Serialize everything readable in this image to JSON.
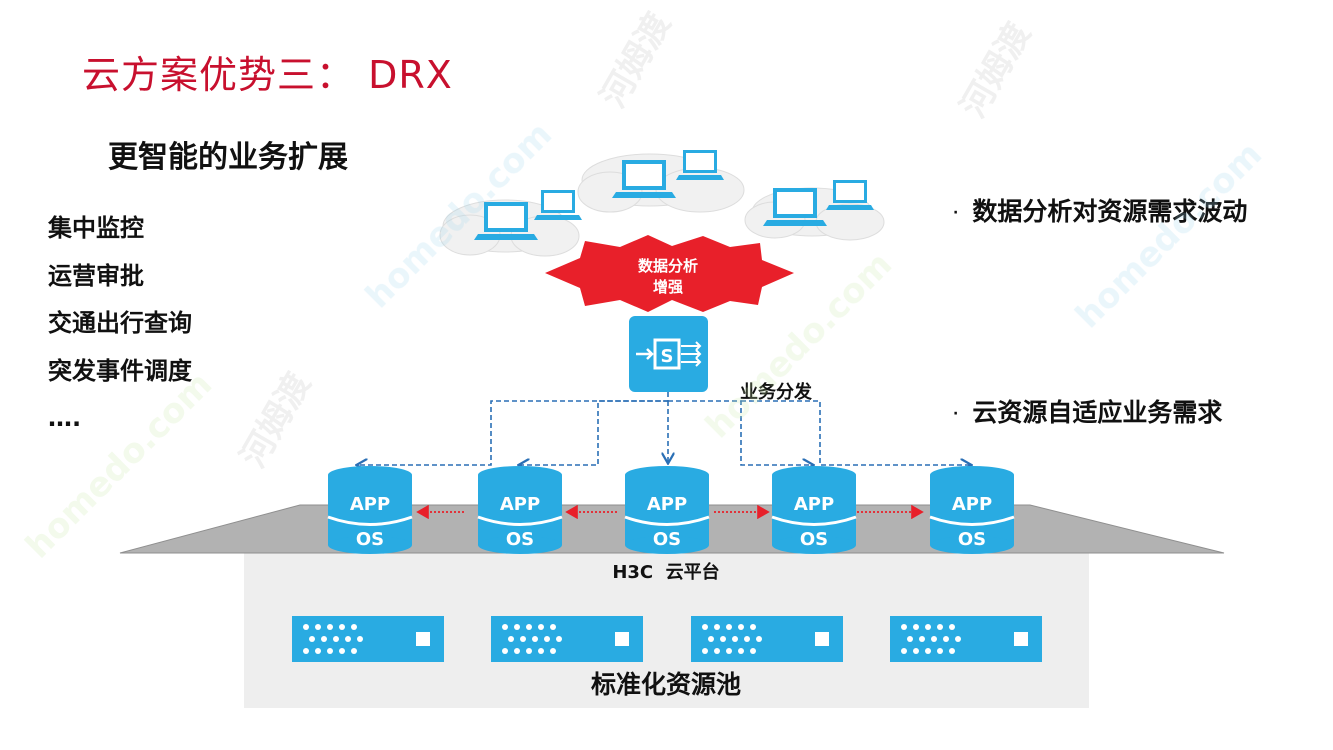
{
  "title": "云方案优势三： DRX",
  "subtitle": "更智能的业务扩展",
  "left_items": [
    "集中监控",
    "运营审批",
    "交通出行查询",
    "突发事件调度",
    "….",
    ""
  ],
  "right_bullets": [
    "数据分析对资源需求波动",
    "云资源自适应业务需求"
  ],
  "diagram": {
    "burst_label_line1": "数据分析",
    "burst_label_line2": "增强",
    "switch_glyph": "S",
    "dispatch_label": "业务分发",
    "nodes": [
      {
        "app": "APP",
        "os": "OS"
      },
      {
        "app": "APP",
        "os": "OS"
      },
      {
        "app": "APP",
        "os": "OS"
      },
      {
        "app": "APP",
        "os": "OS"
      },
      {
        "app": "APP",
        "os": "OS"
      }
    ],
    "platform_label": "H3C  云平台",
    "pool_label": "标准化资源池",
    "colors": {
      "blue": "#29abe2",
      "red": "#e8202a",
      "title_red": "#c8102e",
      "platform_gray": "#b2b2b2",
      "pool_bg": "#eeeeee"
    }
  },
  "watermark": {
    "text": "homedo.com",
    "brand": "河姆渡"
  }
}
